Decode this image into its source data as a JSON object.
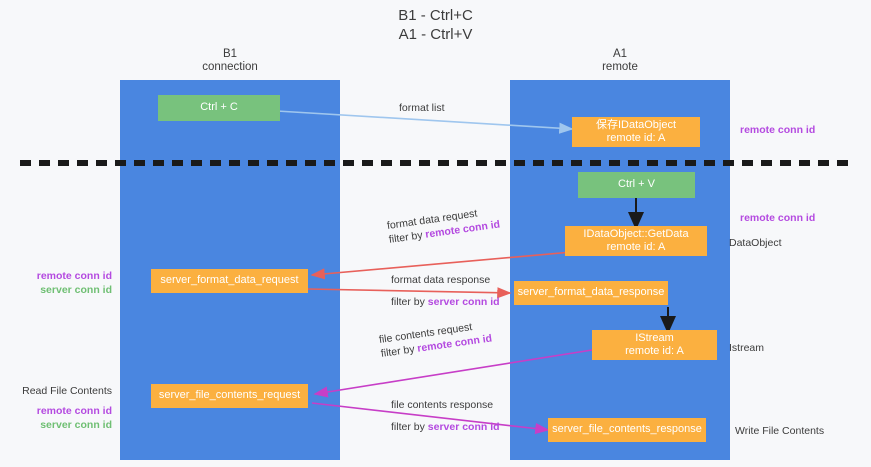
{
  "title": {
    "line1": "B1 - Ctrl+C",
    "line2": "A1 - Ctrl+V"
  },
  "lanes": [
    {
      "name": "B1",
      "sub": "connection"
    },
    {
      "name": "A1",
      "sub": "remote"
    }
  ],
  "boxes": {
    "ctrl_c": {
      "label": "Ctrl + C"
    },
    "ctrl_v": {
      "label": "Ctrl + V"
    },
    "save_dataobject": {
      "line1": "保存IDataObject",
      "line2": "remote id: A"
    },
    "getdata": {
      "line1": "IDataObject::GetData",
      "line2": "remote id: A"
    },
    "istream": {
      "line1": "IStream",
      "line2": "remote id: A"
    },
    "server_format_data_request": {
      "label": "server_format_data_request"
    },
    "server_format_data_response": {
      "label": "server_format_data_response"
    },
    "server_file_contents_request": {
      "label": "server_file_contents_request"
    },
    "server_file_contents_response": {
      "label": "server_file_contents_response"
    }
  },
  "edges": {
    "format_list": {
      "label": "format list"
    },
    "format_data_request": {
      "line1": "format data request",
      "prefix": "filter by ",
      "key": "remote conn id"
    },
    "format_data_response": {
      "line1": "format data response",
      "prefix": "filter by ",
      "key": "server conn id"
    },
    "file_contents_request": {
      "line1": "file contents request",
      "prefix": "filter by ",
      "key": "remote conn id"
    },
    "file_contents_response": {
      "line1": "file contents response",
      "prefix": "filter by ",
      "key": "server conn id"
    }
  },
  "annotations": {
    "left_mid_remote": "remote conn id",
    "left_mid_server": "server conn id",
    "left_read_file": "Read File Contents",
    "left_low_remote": "remote conn id",
    "left_low_server": "server conn id",
    "right_top_remote": "remote conn id",
    "right_mid_remote": "remote conn id",
    "right_dataobject": "DataObject",
    "right_istream": "Istream",
    "right_write_file": "Write File Contents"
  },
  "colors": {
    "lane": "#4a86e0",
    "green_box": "#78c27d",
    "orange_box": "#fbb040",
    "red_arrow": "#e8605a",
    "magenta_arrow": "#c73ec7",
    "light_blue_arrow": "#9fc6ee",
    "black_arrow": "#1a1a1a",
    "purple_text": "#b44ae0",
    "green_text": "#6fbf73",
    "divider": "#1a1a1a"
  }
}
